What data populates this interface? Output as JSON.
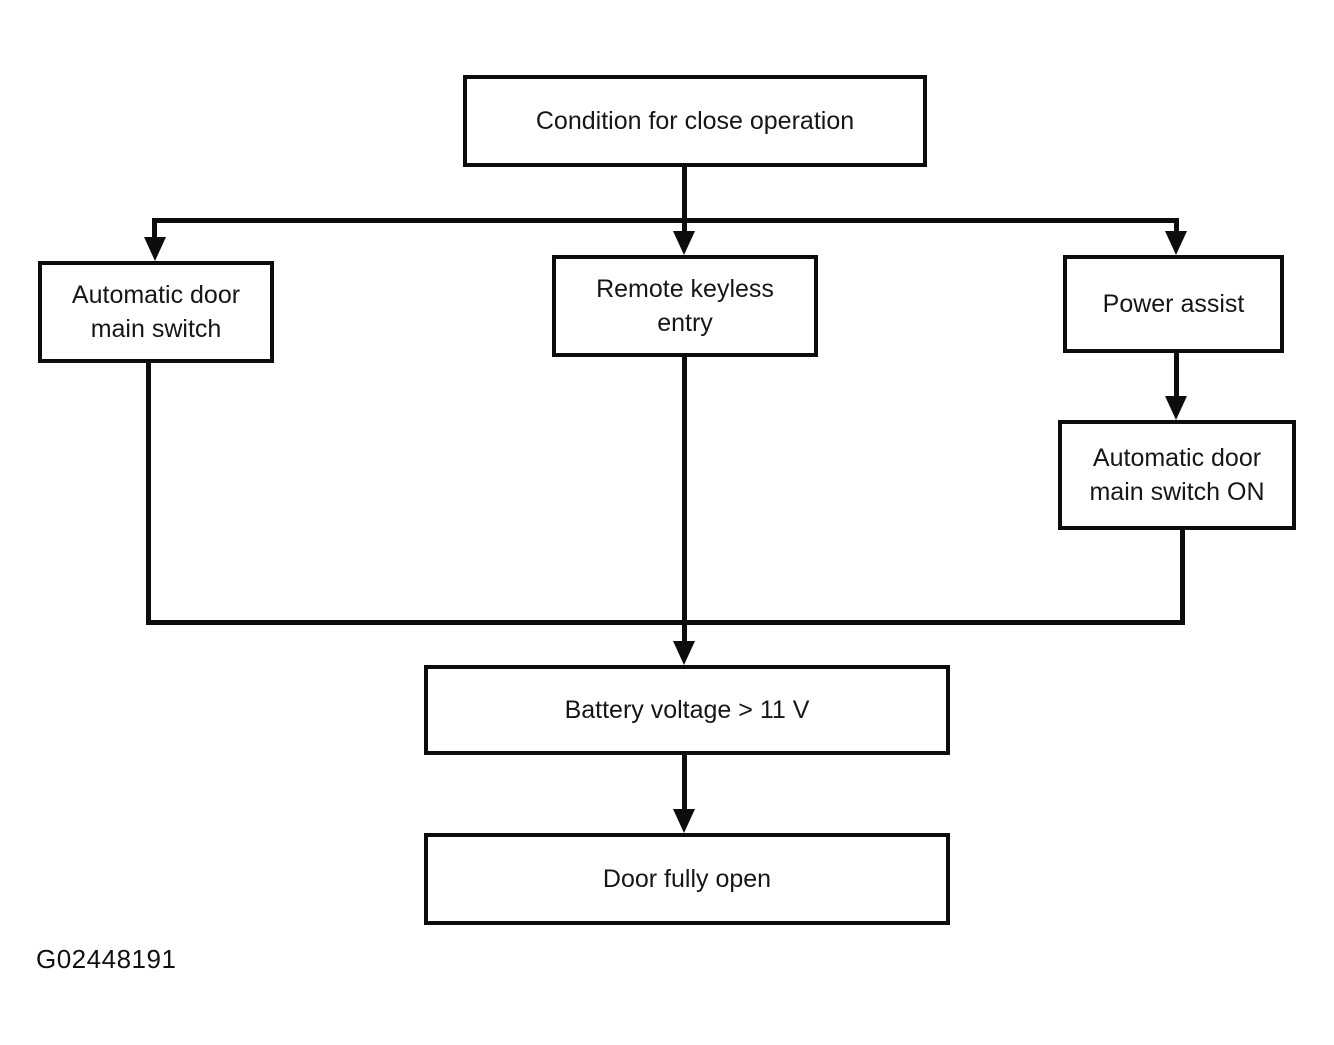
{
  "diagram": {
    "kind": "flowchart",
    "background_color": "#ffffff",
    "line_color": "#0d0d0d",
    "nodes": {
      "condition": {
        "label": "Condition for close operation"
      },
      "auto_main_switch": {
        "label": "Automatic door main switch"
      },
      "remote_keyless": {
        "label": "Remote keyless entry"
      },
      "power_assist": {
        "label": "Power assist"
      },
      "auto_main_switch_on": {
        "label": "Automatic door main switch ON"
      },
      "battery_voltage": {
        "label": "Battery voltage > 11 V"
      },
      "door_fully_open": {
        "label": "Door fully open"
      }
    },
    "edges": [
      {
        "from": "condition",
        "to": "auto_main_switch"
      },
      {
        "from": "condition",
        "to": "remote_keyless"
      },
      {
        "from": "condition",
        "to": "power_assist"
      },
      {
        "from": "power_assist",
        "to": "auto_main_switch_on"
      },
      {
        "from": "auto_main_switch",
        "to": "battery_voltage"
      },
      {
        "from": "remote_keyless",
        "to": "battery_voltage"
      },
      {
        "from": "auto_main_switch_on",
        "to": "battery_voltage"
      },
      {
        "from": "battery_voltage",
        "to": "door_fully_open"
      }
    ],
    "figure_id": "G02448191"
  }
}
